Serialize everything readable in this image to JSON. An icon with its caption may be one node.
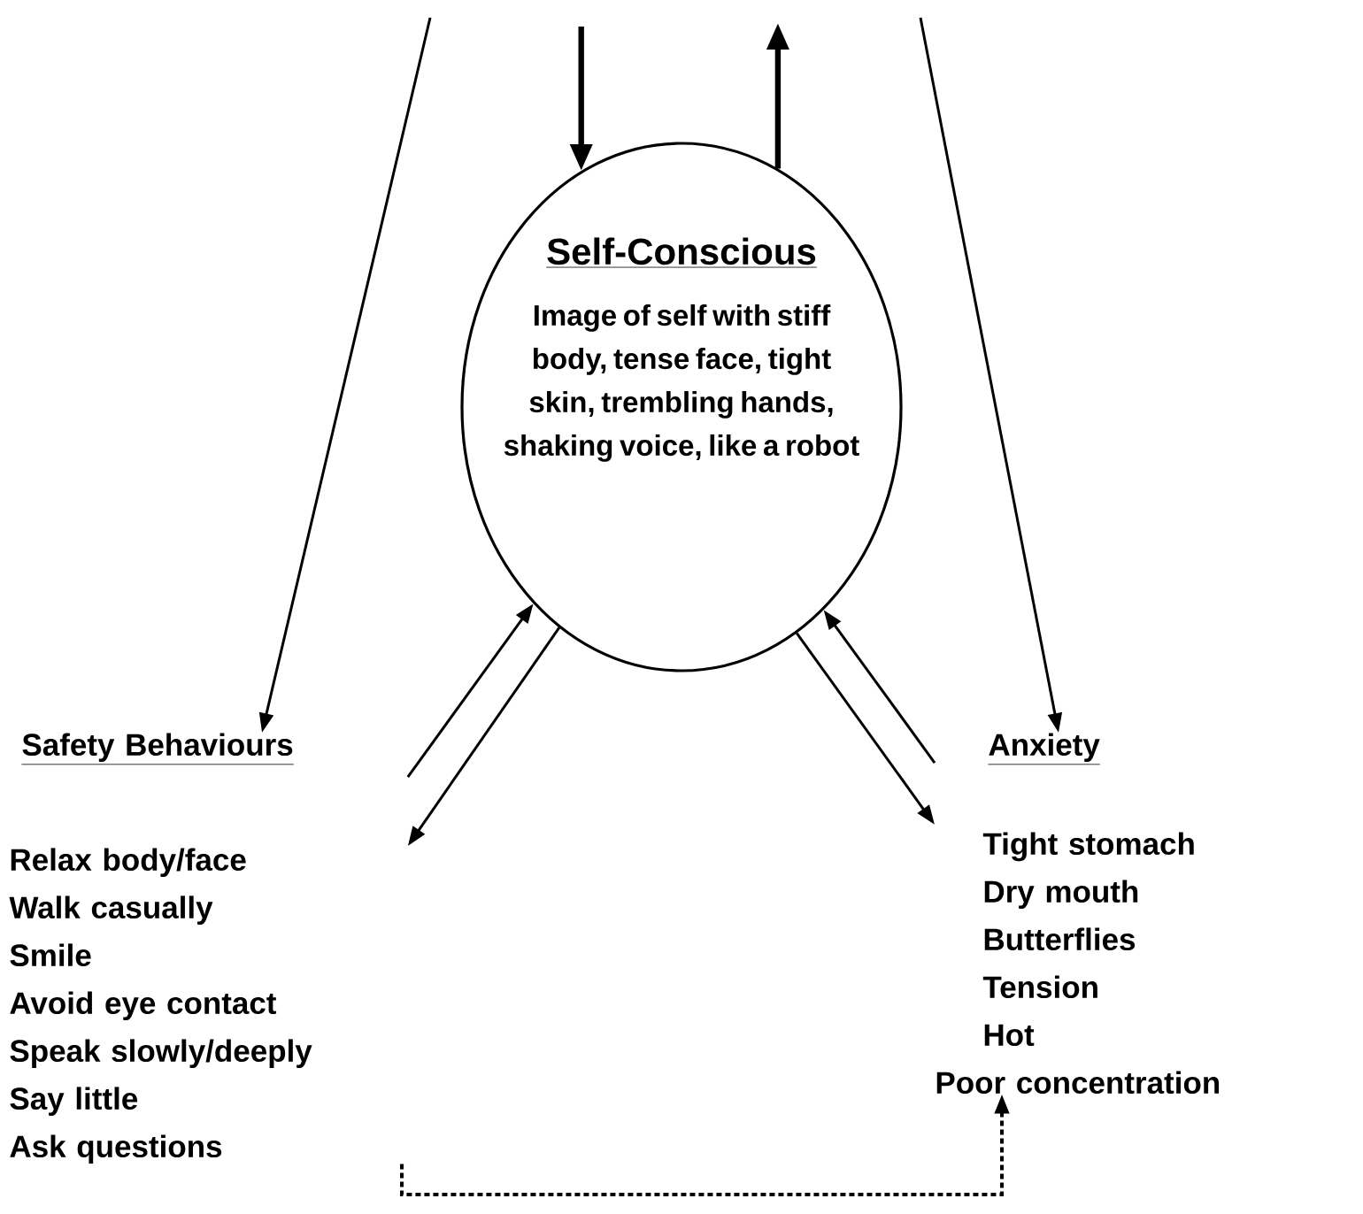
{
  "diagram": {
    "nodes": [
      {
        "text": [
          "Self-Conscious",
          "Image of self with stiff body, tense face, tight skin, trembling hands, shaking voice, like a robot"
        ]
      },
      {
        "text": [
          "Safety Behaviours",
          "Relax body/face",
          "Walk casually",
          "Smile",
          "Avoid eye contact",
          "Speak slowly/deeply",
          "Say little",
          "Ask questions"
        ]
      },
      {
        "text": [
          "Anxiety",
          "Tight stomach",
          "Dry mouth",
          "Butterflies",
          "Tension",
          "Hot",
          "Poor concentration"
        ]
      }
    ],
    "edges": [
      {
        "from": null,
        "to": 0,
        "arrow": "to",
        "style": "thick"
      },
      {
        "from": 0,
        "to": null,
        "arrow": "to",
        "style": "thick"
      },
      {
        "from": null,
        "to": 1,
        "arrow": "to"
      },
      {
        "from": null,
        "to": 2,
        "arrow": "to"
      },
      {
        "from": 1,
        "to": 0,
        "arrow": "to"
      },
      {
        "from": 0,
        "to": 1,
        "arrow": "to"
      },
      {
        "from": 0,
        "to": 2,
        "arrow": "to"
      },
      {
        "from": 2,
        "to": 0,
        "arrow": "to"
      },
      {
        "from": 1,
        "to": 2,
        "arrow": "to",
        "style": "dashed"
      }
    ]
  }
}
